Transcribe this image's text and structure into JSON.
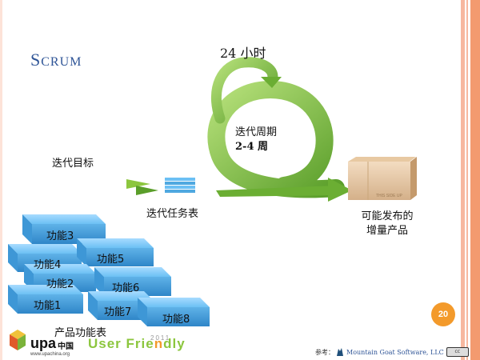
{
  "slide": {
    "title_first": "S",
    "title_rest": "CRUM",
    "page_number": "20"
  },
  "cycle": {
    "daily_label": "24 小时",
    "iteration_label": "迭代周期",
    "iteration_length": "2-4 周"
  },
  "labels": {
    "iteration_goal": "迭代目标",
    "iteration_backlog": "迭代任务表",
    "increment_line1": "可能发布的",
    "increment_line2": "增量产品",
    "product_backlog": "产品功能表"
  },
  "features": [
    "功能3",
    "功能4",
    "功能5",
    "功能2",
    "功能6",
    "功能1",
    "功能7",
    "功能8"
  ],
  "footer": {
    "reference_label": "参考：",
    "reference_company": "Mountain Goat Software, LLC",
    "cc_badge": "cc",
    "upa_brand": "upa",
    "upa_cn": "中国",
    "upa_url": "www.upachina.org",
    "uf_year": "2011",
    "uf_text_1": "User Frie",
    "uf_text_2": "n",
    "uf_text_3": "dly"
  },
  "colors": {
    "title": "#2f5597",
    "arrow_green": "#8cc63e",
    "block_blue": "#5fb2e8",
    "badge_orange": "#f39a2b",
    "stripe_salmon": "#f7b89f"
  }
}
